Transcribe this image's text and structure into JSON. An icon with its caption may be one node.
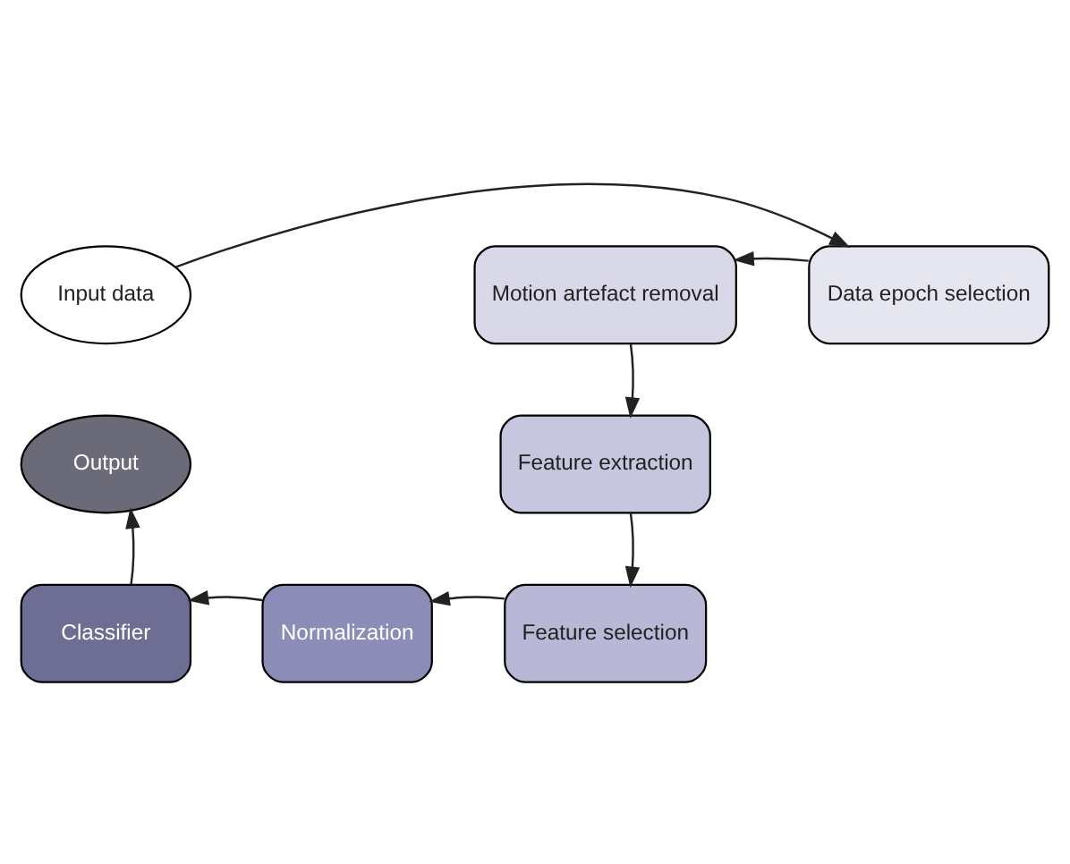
{
  "diagram": {
    "nodes": [
      {
        "text": [
          "Input data"
        ]
      },
      {
        "text": [
          "Data epoch selection"
        ]
      },
      {
        "text": [
          "Motion artefact removal"
        ]
      },
      {
        "text": [
          "Feature extraction"
        ]
      },
      {
        "text": [
          "Feature selection"
        ]
      },
      {
        "text": [
          "Normalization"
        ]
      },
      {
        "text": [
          "Classifier"
        ]
      },
      {
        "text": [
          "Output"
        ]
      }
    ],
    "edges": [
      {
        "from": 0,
        "to": 1,
        "arrow": "to"
      },
      {
        "from": 1,
        "to": 2,
        "arrow": "to"
      },
      {
        "from": 2,
        "to": 3,
        "arrow": "to"
      },
      {
        "from": 3,
        "to": 4,
        "arrow": "to"
      },
      {
        "from": 4,
        "to": 5,
        "arrow": "to"
      },
      {
        "from": 5,
        "to": 6,
        "arrow": "to"
      },
      {
        "from": 6,
        "to": 7,
        "arrow": "to"
      }
    ]
  }
}
